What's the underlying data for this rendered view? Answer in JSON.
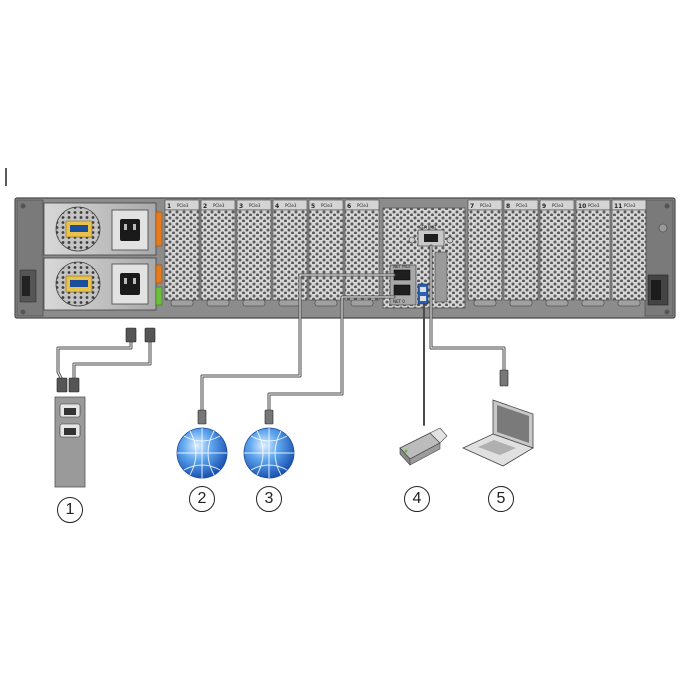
{
  "callouts": [
    {
      "label": "1",
      "item": "power-cords"
    },
    {
      "label": "2",
      "item": "network-cable-net-mgt"
    },
    {
      "label": "3",
      "item": "network-cable-net-0"
    },
    {
      "label": "4",
      "item": "usb-device"
    },
    {
      "label": "5",
      "item": "serial-terminal-laptop"
    }
  ],
  "pcie_slots": [
    "1",
    "2",
    "3",
    "4",
    "5",
    "6",
    "7",
    "8",
    "9",
    "10",
    "11"
  ],
  "slot_suffix": "PCIe3",
  "port_labels": {
    "net_mgt": "NET MGT",
    "net_0": "NET 0",
    "ser_mgt": "SER MGT"
  },
  "colors": {
    "chassis": "#8c8c8c",
    "chassis_dark": "#6e6e6e",
    "panel": "#b5b5b5",
    "cable": "#4a4a4a",
    "globe": "#3d7fd6",
    "accent_orange": "#e87a1e",
    "accent_green": "#6bbf3a"
  },
  "icons": [
    "power-outlet-icon",
    "globe-icon",
    "usb-stick-icon",
    "laptop-icon"
  ]
}
